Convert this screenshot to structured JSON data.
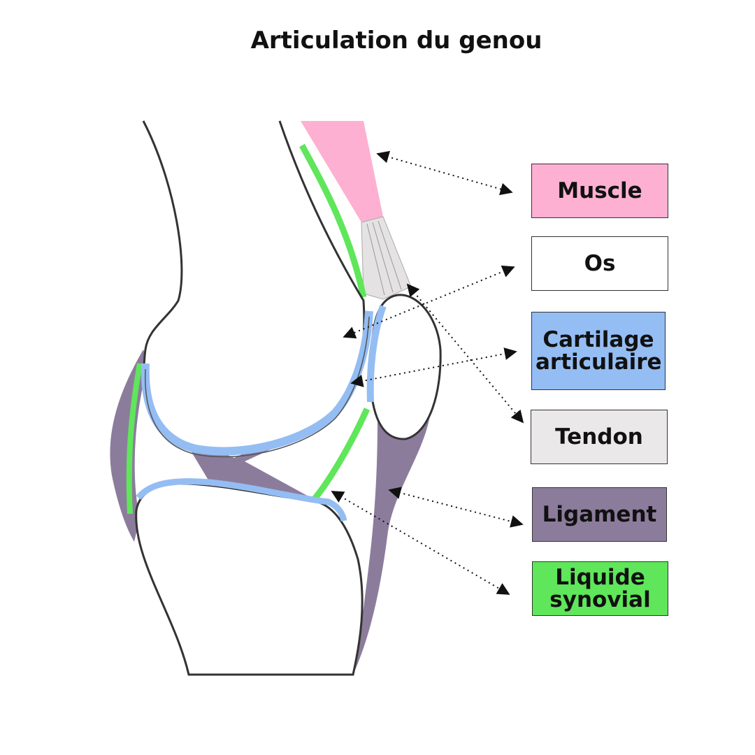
{
  "title": "Articulation du genou",
  "labels": [
    {
      "id": "muscle",
      "text": "Muscle",
      "color": "#fdb0d1"
    },
    {
      "id": "os",
      "text": "Os",
      "color": "#ffffff"
    },
    {
      "id": "cartilage",
      "text": "Cartilage articulaire",
      "color": "#94bdf3"
    },
    {
      "id": "tendon",
      "text": "Tendon",
      "color": "#eae8e8"
    },
    {
      "id": "ligament",
      "text": "Ligament",
      "color": "#8c7c9c"
    },
    {
      "id": "liquide",
      "text": "Liquide synovial",
      "color": "#5fe65a"
    }
  ]
}
